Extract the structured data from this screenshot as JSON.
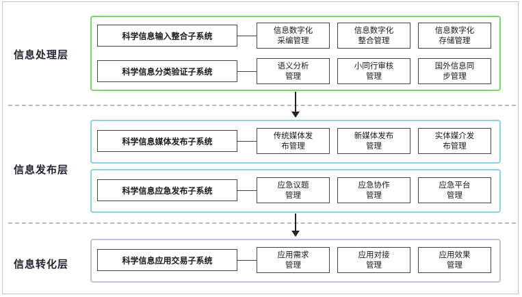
{
  "layers": [
    {
      "label": "信息处理层",
      "subsystems": [
        {
          "name": "科学信息输入整合子系统",
          "functions": [
            [
              "信息数字化",
              "采编管理"
            ],
            [
              "信息数字化",
              "整合管理"
            ],
            [
              "信息数字化",
              "存储管理"
            ]
          ]
        },
        {
          "name": "科学信息分类验证子系统",
          "functions": [
            [
              "语义分析",
              "管理"
            ],
            [
              "小同行审核",
              "管理"
            ],
            [
              "国外信息同",
              "步管理"
            ]
          ]
        }
      ]
    },
    {
      "label": "信息发布层",
      "subsystems": [
        {
          "name": "科学信息媒体发布子系统",
          "functions": [
            [
              "传统媒体发",
              "布管理"
            ],
            [
              "新媒体发布",
              "管理"
            ],
            [
              "实体媒介发",
              "布管理"
            ]
          ]
        },
        {
          "name": "科学信息应急发布子系统",
          "functions": [
            [
              "应急议题",
              "管理"
            ],
            [
              "应急协作",
              "管理"
            ],
            [
              "应急平台",
              "管理"
            ]
          ]
        }
      ]
    },
    {
      "label": "信息转化层",
      "subsystems": [
        {
          "name": "科学信息应用交易子系统",
          "functions": [
            [
              "应用需求",
              "管理"
            ],
            [
              "应用对接",
              "管理"
            ],
            [
              "应用效果",
              "管理"
            ]
          ]
        }
      ]
    }
  ],
  "colors": {
    "processing_border": "#7ed56a",
    "publishing_border": "#8fd0e6",
    "conversion_border": "#c5bfe4",
    "arrow": "#222222"
  }
}
